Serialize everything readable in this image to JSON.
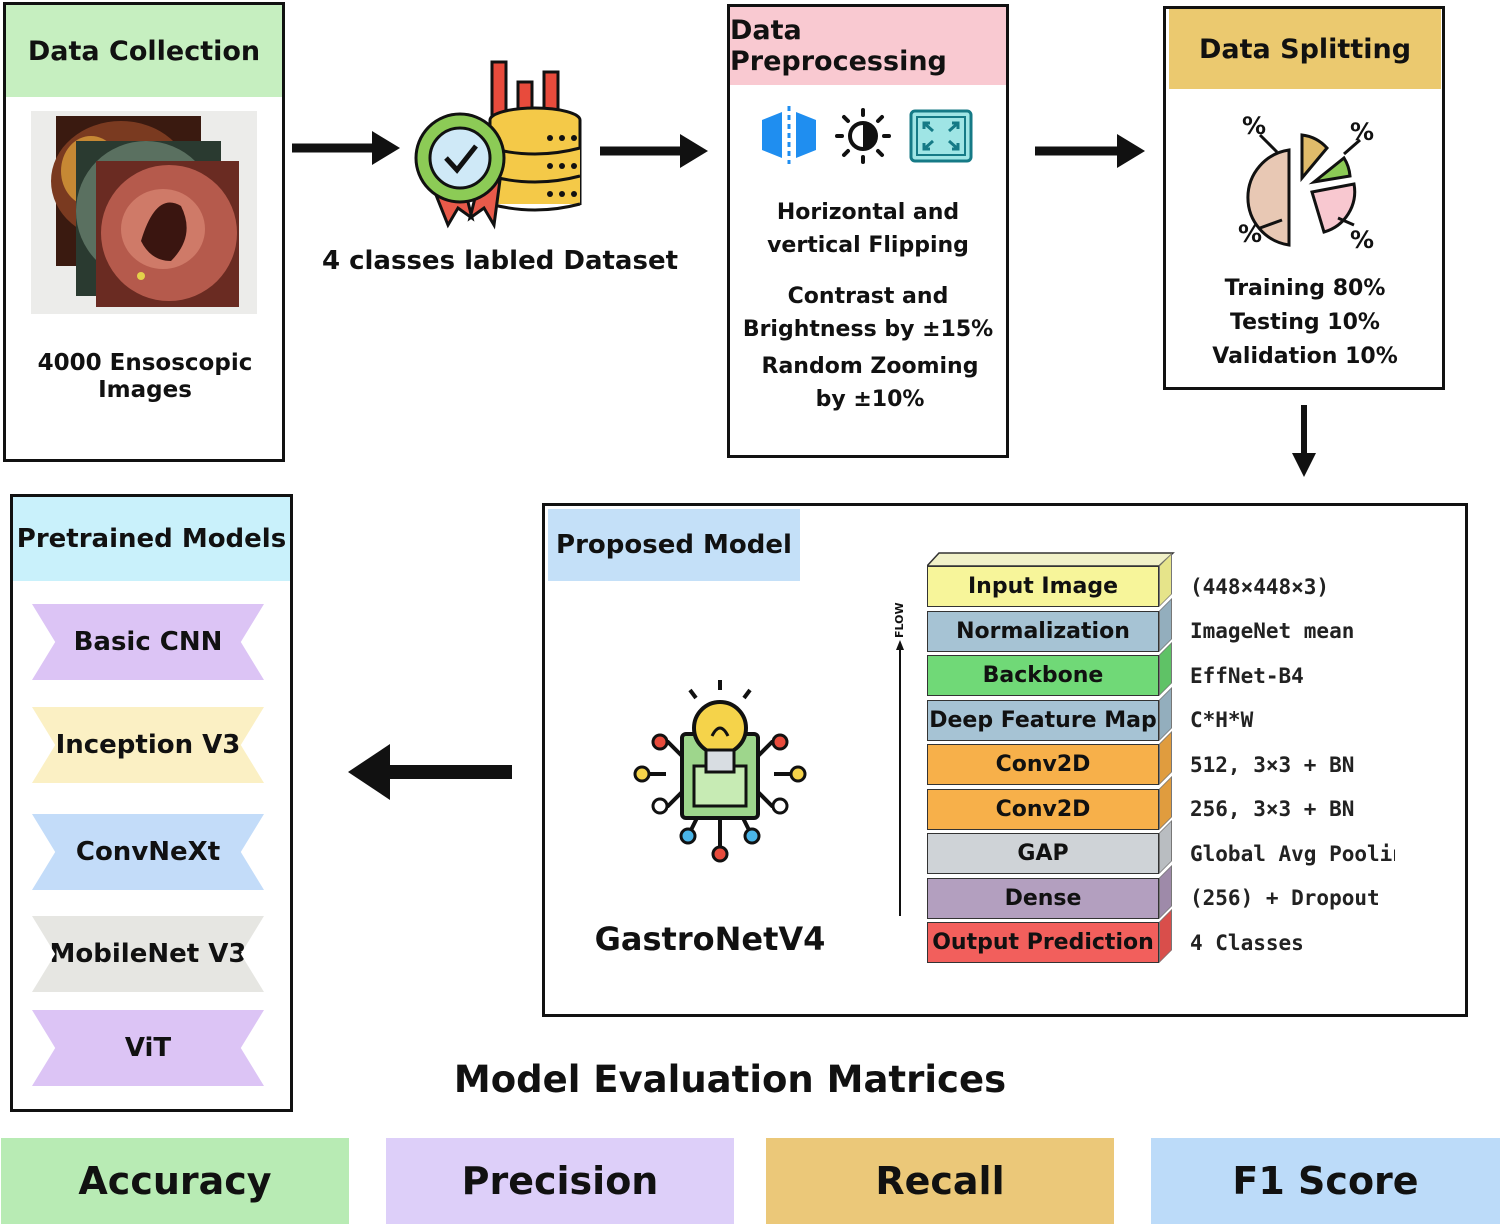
{
  "data_collection": {
    "title": "Data Collection",
    "caption": "4000 Ensoscopic Images"
  },
  "dataset": {
    "caption": "4 classes labled Dataset"
  },
  "preprocessing": {
    "title": "Data Preprocessing",
    "items": [
      "Horizontal and vertical Flipping",
      "Contrast and Brightness by ±15%",
      "Random Zooming by ±10%"
    ]
  },
  "splitting": {
    "title": "Data Splitting",
    "percent_symbol": "%",
    "lines": [
      "Training 80%",
      "Testing 10%",
      "Validation 10%"
    ]
  },
  "proposed_model": {
    "title": "Proposed Model",
    "model_name": "GastroNetV4",
    "flow_label": "FLOW",
    "layers": [
      {
        "name": "Input Image",
        "spec": "(448×448×3)",
        "color": "#f7f59a"
      },
      {
        "name": "Normalization",
        "spec": "ImageNet mean",
        "color": "#a6c3d4"
      },
      {
        "name": "Backbone",
        "spec": "EffNet-B4",
        "color": "#70d977"
      },
      {
        "name": "Deep Feature Map",
        "spec": "C*H*W",
        "color": "#a6c3d4"
      },
      {
        "name": "Conv2D",
        "spec": "512, 3×3 + BN",
        "color": "#f7b04a"
      },
      {
        "name": "Conv2D",
        "spec": "256, 3×3 + BN",
        "color": "#f7b04a"
      },
      {
        "name": "GAP",
        "spec": "Global Avg Pooling",
        "color": "#cfd3d7"
      },
      {
        "name": "Dense",
        "spec": "(256) + Dropout",
        "color": "#b39fbf"
      },
      {
        "name": "Output Prediction",
        "spec": "4 Classes",
        "color": "#f25f5c"
      }
    ]
  },
  "pretrained": {
    "title": "Pretrained Models",
    "models": [
      {
        "name": "Basic CNN",
        "color": "#dcc4f5"
      },
      {
        "name": "Inception V3",
        "color": "#fbf0c4"
      },
      {
        "name": "ConvNeXt",
        "color": "#c3dcf9"
      },
      {
        "name": "MobileNet V3",
        "color": "#e6e6e2"
      },
      {
        "name": "ViT",
        "color": "#dcc4f5"
      }
    ]
  },
  "evaluation": {
    "title": "Model Evaluation Matrices",
    "metrics": [
      {
        "name": "Accuracy",
        "color": "#b8ebb4"
      },
      {
        "name": "Precision",
        "color": "#ddcff9"
      },
      {
        "name": "Recall",
        "color": "#ebc879"
      },
      {
        "name": "F1 Score",
        "color": "#bcdbf9"
      }
    ]
  },
  "colors": {
    "header_green": "#c6efc0",
    "header_pink": "#f9c9d1",
    "header_gold": "#ebc96f",
    "header_blue": "#c4e0f8",
    "header_cyan": "#c9f1fb"
  }
}
